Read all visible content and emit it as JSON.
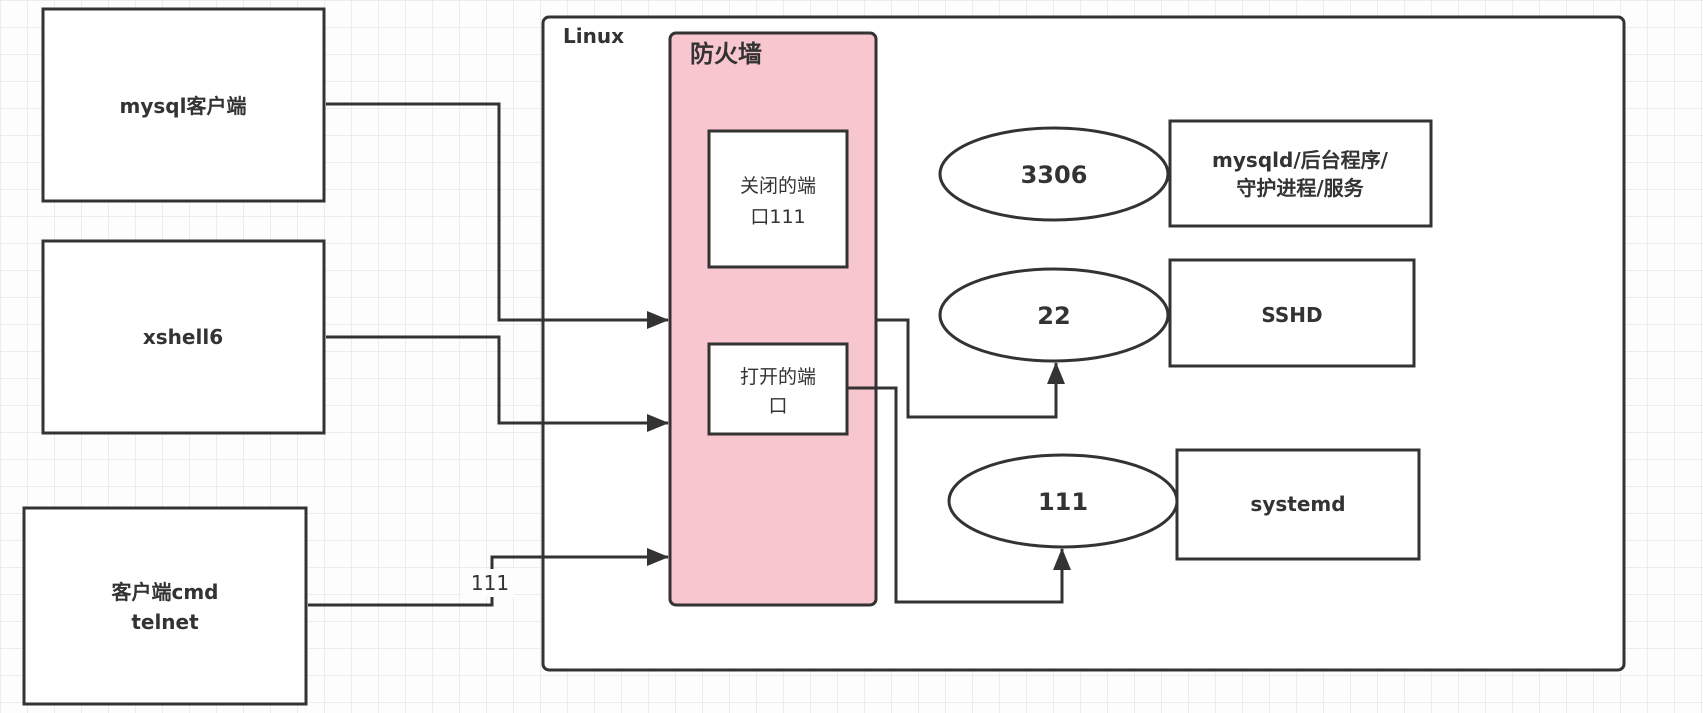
{
  "colors": {
    "stroke": "#333333",
    "firewall_fill": "#f8c6ce",
    "box_fill": "#ffffff",
    "grid": "#ececec"
  },
  "clients": [
    {
      "id": "mysql-client",
      "lines": [
        "mysql客户端"
      ]
    },
    {
      "id": "xshell6",
      "lines": [
        "xshell6"
      ]
    },
    {
      "id": "cmd-telnet",
      "lines": [
        "客户端cmd",
        "telnet"
      ]
    }
  ],
  "linux": {
    "label": "Linux"
  },
  "firewall": {
    "label": "防火墙",
    "closed_port": {
      "lines": [
        "关闭的端",
        "口111"
      ]
    },
    "open_port": {
      "lines": [
        "打开的端",
        "口"
      ]
    }
  },
  "ports": [
    {
      "port": "3306",
      "service_lines": [
        "mysqld/后台程序/",
        "守护进程/服务"
      ]
    },
    {
      "port": "22",
      "service_lines": [
        "SSHD"
      ]
    },
    {
      "port": "111",
      "service_lines": [
        "systemd"
      ]
    }
  ],
  "connections": {
    "telnet_port_label": "111"
  }
}
